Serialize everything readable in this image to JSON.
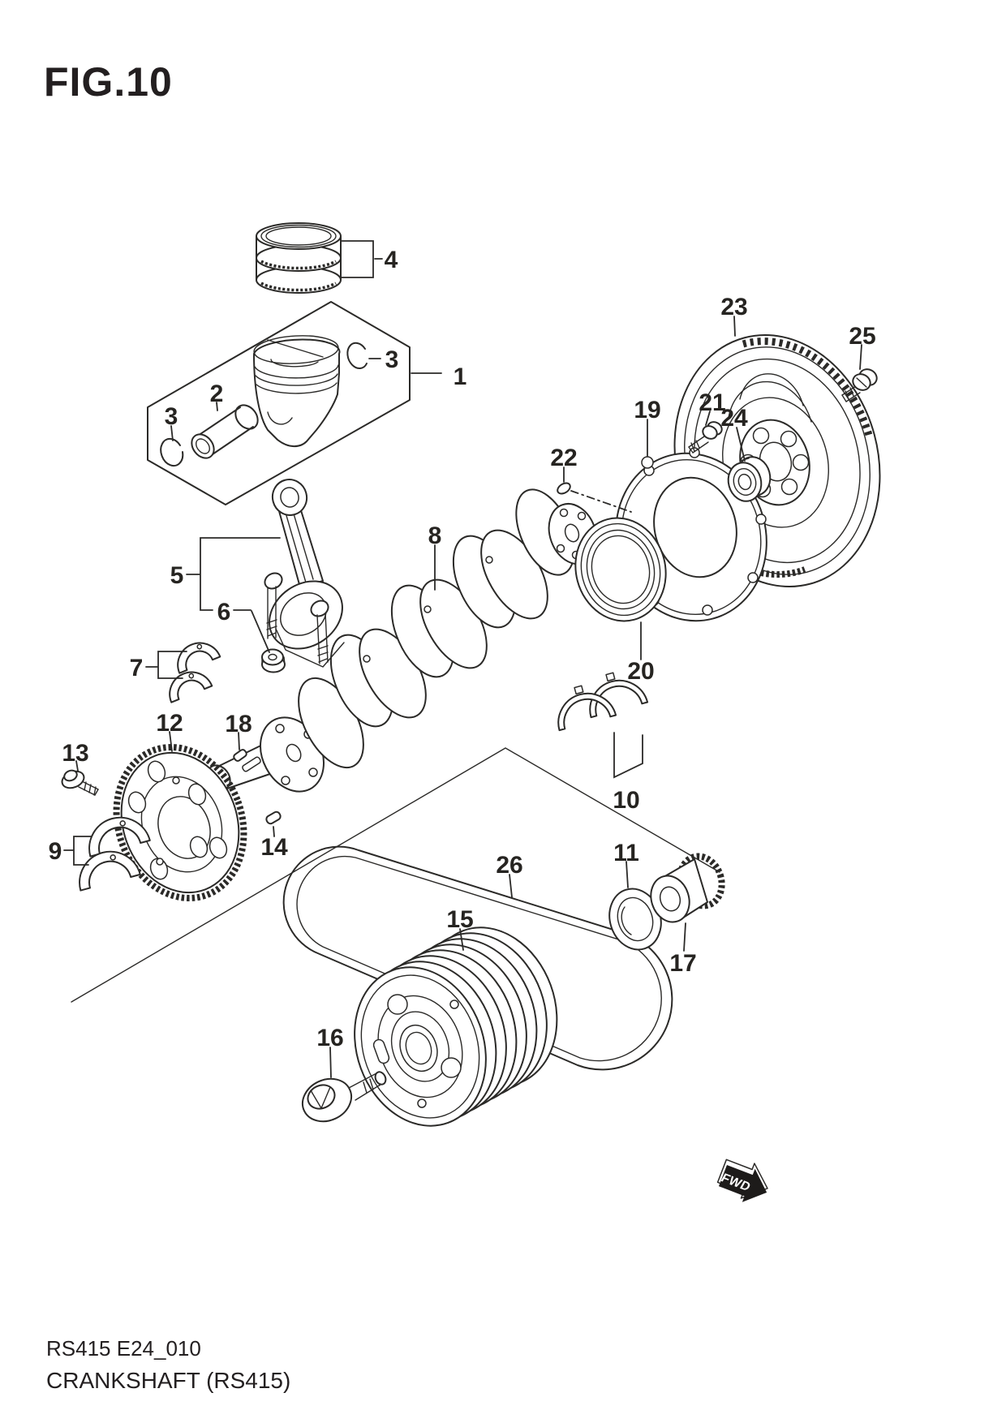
{
  "page": {
    "title": "FIG.10",
    "background": "#ffffff",
    "line_color": "#2b2a28"
  },
  "footer": {
    "code": "RS415 E24_010",
    "caption": "CRANKSHAFT (RS415)"
  },
  "fwd_marker": {
    "label": "FWD"
  },
  "callouts": {
    "c1": "1",
    "c2": "2",
    "c3a": "3",
    "c3b": "3",
    "c4": "4",
    "c5": "5",
    "c6": "6",
    "c7": "7",
    "c8": "8",
    "c9": "9",
    "c10": "10",
    "c11": "11",
    "c12": "12",
    "c13": "13",
    "c14": "14",
    "c15": "15",
    "c16": "16",
    "c17": "17",
    "c18": "18",
    "c19": "19",
    "c20": "20",
    "c21": "21",
    "c22": "22",
    "c23": "23",
    "c24": "24",
    "c25": "25",
    "c26": "26"
  }
}
